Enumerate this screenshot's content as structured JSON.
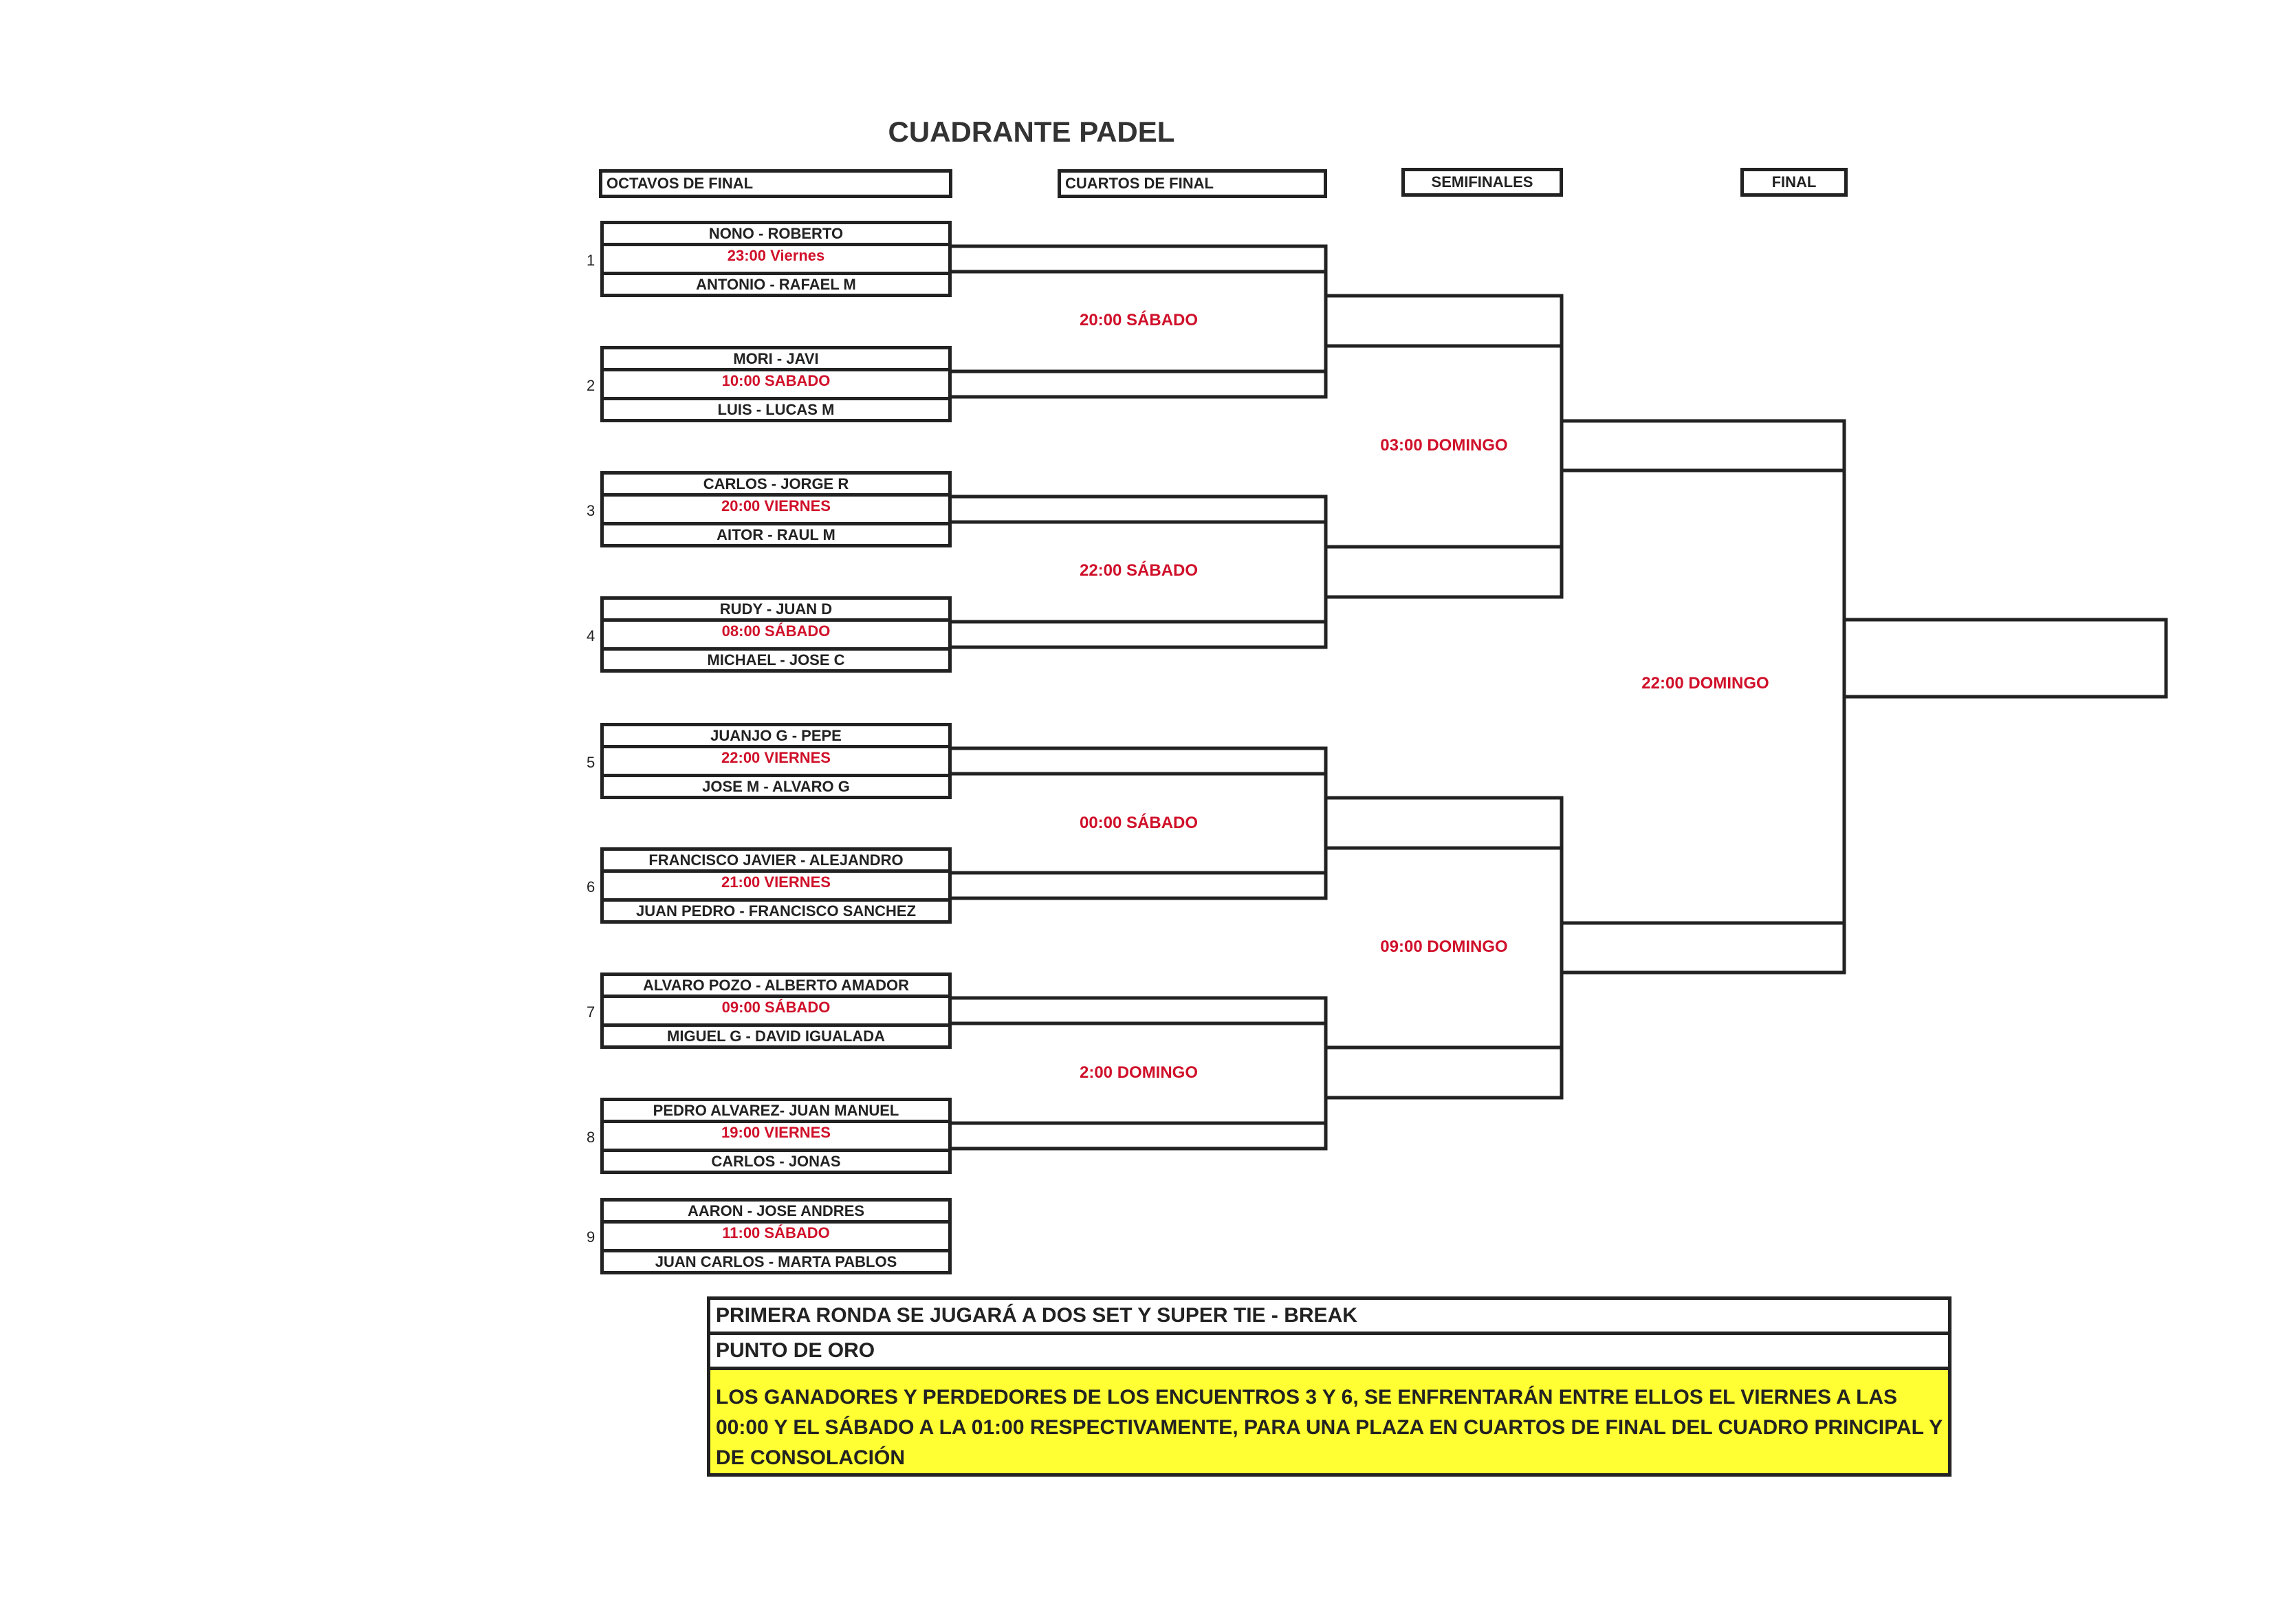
{
  "title": "CUADRANTE PADEL",
  "headers": {
    "octavos": "OCTAVOS DE FINAL",
    "cuartos": "CUARTOS DE FINAL",
    "semis": "SEMIFINALES",
    "final": "FINAL"
  },
  "matches": [
    {
      "num": "1",
      "team1": "NONO - ROBERTO",
      "time": "23:00 Viernes",
      "team2": "ANTONIO - RAFAEL M"
    },
    {
      "num": "2",
      "team1": "MORI - JAVI",
      "time": "10:00 SABADO",
      "team2": "LUIS - LUCAS M"
    },
    {
      "num": "3",
      "team1": "CARLOS - JORGE R",
      "time": "20:00 VIERNES",
      "team2": "AITOR - RAUL M"
    },
    {
      "num": "4",
      "team1": "RUDY - JUAN D",
      "time": "08:00 SÁBADO",
      "team2": "MICHAEL - JOSE C"
    },
    {
      "num": "5",
      "team1": "JUANJO G - PEPE",
      "time": "22:00 VIERNES",
      "team2": "JOSE M - ALVARO G"
    },
    {
      "num": "6",
      "team1": "FRANCISCO JAVIER - ALEJANDRO",
      "time": "21:00 VIERNES",
      "team2": "JUAN PEDRO - FRANCISCO SANCHEZ"
    },
    {
      "num": "7",
      "team1": "ALVARO POZO - ALBERTO AMADOR",
      "time": "09:00 SÁBADO",
      "team2": "MIGUEL G - DAVID IGUALADA"
    },
    {
      "num": "8",
      "team1": "PEDRO ALVAREZ- JUAN MANUEL",
      "time": "19:00 VIERNES",
      "team2": "CARLOS - JONAS"
    },
    {
      "num": "9",
      "team1": "AARON - JOSE ANDRES",
      "time": "11:00 SÁBADO",
      "team2": "JUAN CARLOS - MARTA PABLOS"
    }
  ],
  "cuartos_times": [
    "20:00 SÁBADO",
    "22:00 SÁBADO",
    "00:00 SÁBADO",
    "2:00 DOMINGO"
  ],
  "semis_times": [
    "03:00 DOMINGO",
    "09:00 DOMINGO"
  ],
  "final_time": "22:00 DOMINGO",
  "notes": {
    "line1": "PRIMERA RONDA SE JUGARÁ A DOS SET Y SUPER TIE - BREAK",
    "line2": "PUNTO DE ORO",
    "line3": "LOS GANADORES Y PERDEDORES DE LOS ENCUENTROS 3 Y 6, SE ENFRENTARÁN ENTRE ELLOS EL VIERNES A LAS 00:00 Y EL SÁBADO A LA 01:00 RESPECTIVAMENTE, PARA UNA PLAZA EN CUARTOS DE FINAL DEL CUADRO PRINCIPAL Y DE CONSOLACIÓN"
  },
  "colors": {
    "time_red": "#d0102a",
    "note_yellow": "#ffff33"
  }
}
